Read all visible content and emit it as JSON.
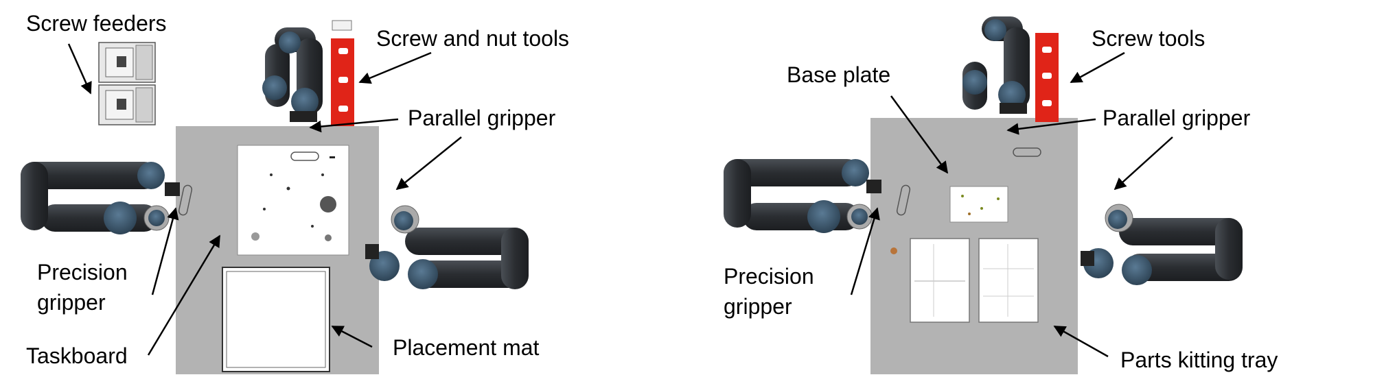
{
  "left_panel": {
    "labels": {
      "screw_feeders": "Screw feeders",
      "screw_and_nut_tools": "Screw and nut tools",
      "parallel_gripper": "Parallel gripper",
      "precision_gripper_line1": "Precision",
      "precision_gripper_line2": "gripper",
      "taskboard": "Taskboard",
      "placement_mat": "Placement mat"
    }
  },
  "right_panel": {
    "labels": {
      "base_plate": "Base plate",
      "screw_tools": "Screw tools",
      "parallel_gripper": "Parallel gripper",
      "precision_gripper_line1": "Precision",
      "precision_gripper_line2": "gripper",
      "parts_kitting_tray": "Parts kitting tray"
    }
  },
  "colors": {
    "table": "#b3b3b3",
    "robot_arm": "#2f3338",
    "robot_joint": "#3d5870",
    "tool_holder": "#e02418",
    "label_text": "#000000",
    "arrow": "#000000"
  }
}
